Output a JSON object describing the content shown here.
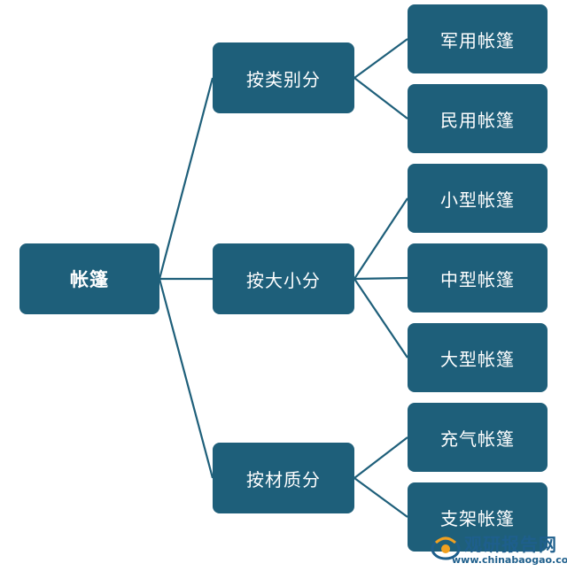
{
  "colors": {
    "node_fill": "#1e5f7a",
    "connector": "#1e5f7a",
    "watermark_blue": "#1e5f8c",
    "watermark_orange": "#f0a020"
  },
  "root": {
    "label": "帐篷"
  },
  "groups": [
    {
      "label": "按类别分",
      "children": [
        {
          "label": "军用帐篷"
        },
        {
          "label": "民用帐篷"
        }
      ]
    },
    {
      "label": "按大小分",
      "children": [
        {
          "label": "小型帐篷"
        },
        {
          "label": "中型帐篷"
        },
        {
          "label": "大型帐篷"
        }
      ]
    },
    {
      "label": "按材质分",
      "children": [
        {
          "label": "充气帐篷"
        },
        {
          "label": "支架帐篷"
        }
      ]
    }
  ],
  "watermark": {
    "title": "观研报告网",
    "url": "www.chinabaogao.com",
    "logo_icon": "watermark-logo-icon"
  }
}
